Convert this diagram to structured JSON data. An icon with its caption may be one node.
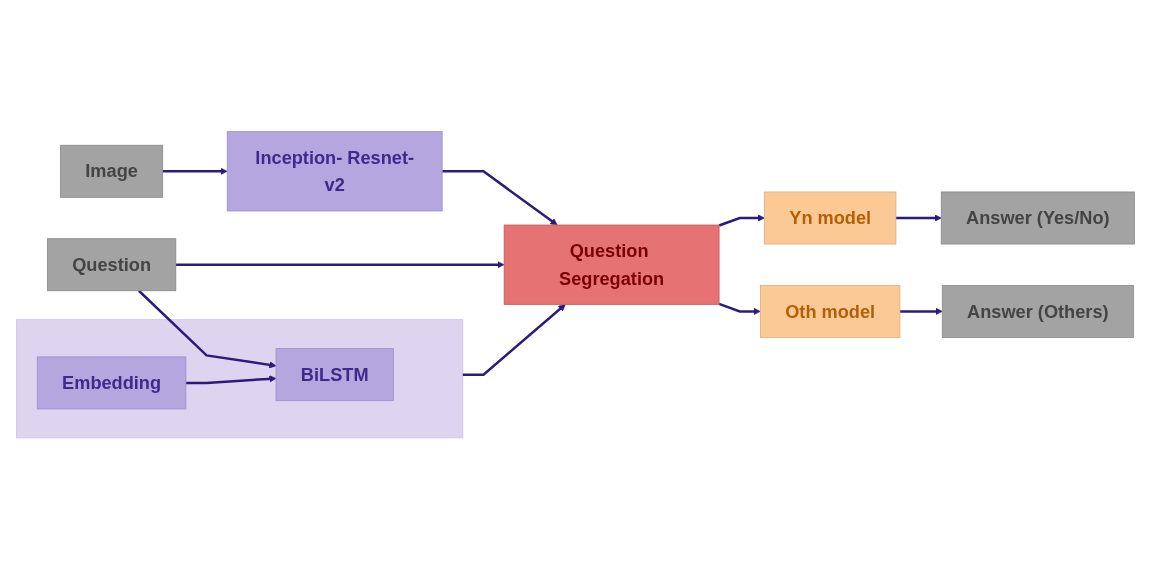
{
  "diagram": {
    "nodes": [
      {
        "text": [
          "Image"
        ]
      },
      {
        "text": [
          "Inception- Resnet-v2"
        ]
      },
      {
        "text": [
          "Question"
        ]
      },
      {
        "text": [],
        "shape": "box"
      },
      {
        "text": [
          "BiLSTM"
        ],
        "in": 3
      },
      {
        "text": [
          "Embedding"
        ],
        "in": 3
      },
      {
        "text": [
          "Question Segregation"
        ]
      },
      {
        "text": [
          "Answer (Yes/No)"
        ]
      },
      {
        "text": [
          "Yn model"
        ]
      },
      {
        "text": [
          "Oth model"
        ]
      },
      {
        "text": [
          "Answer (Others)"
        ]
      }
    ],
    "edges": [
      {
        "from": 0,
        "to": 1,
        "arrow": "to"
      },
      {
        "from": 1,
        "to": 6,
        "arrow": "to"
      },
      {
        "from": 2,
        "to": 4,
        "arrow": "to"
      },
      {
        "from": 5,
        "to": 4,
        "arrow": "to"
      },
      {
        "from": 2,
        "to": 6,
        "arrow": "to"
      },
      {
        "from": 3,
        "to": 6,
        "arrow": "to"
      },
      {
        "from": 6,
        "to": 8,
        "arrow": "to"
      },
      {
        "from": 8,
        "to": 7,
        "arrow": "to"
      },
      {
        "from": 6,
        "to": 9,
        "arrow": "to"
      },
      {
        "from": 9,
        "to": 10,
        "arrow": "to"
      }
    ]
  }
}
